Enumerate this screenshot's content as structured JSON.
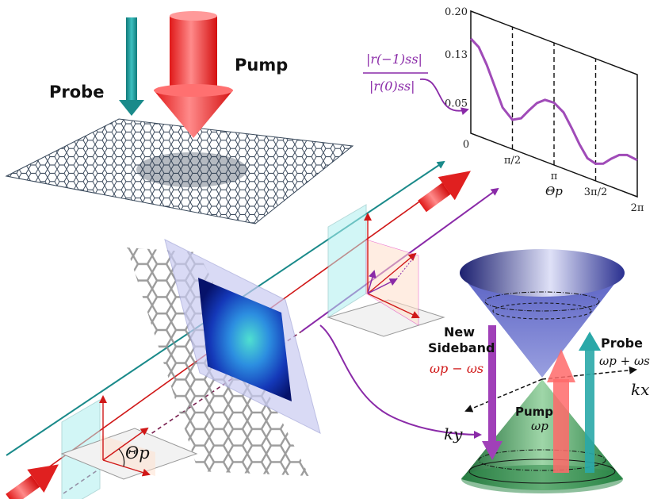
{
  "labels": {
    "probe_top": "Probe",
    "pump_top": "Pump",
    "new_sideband": "New",
    "new_sideband_2": "Sideband",
    "sideband_freq": "ωp − ωs",
    "pump_cone": "Pump",
    "pump_freq": "ωp",
    "probe_cone": "Probe",
    "probe_freq": "ωp + ωs",
    "kx": "kx",
    "ky": "ky",
    "theta_p": "Θp",
    "ratio_num": "|r(−1)ss|",
    "ratio_den": "|r(0)ss|"
  },
  "chart_data": {
    "type": "line",
    "x_ticks": [
      "0",
      "π/2",
      "π",
      "3π/2",
      "2π"
    ],
    "y_ticks": [
      "0.20",
      "0.13",
      "0.05"
    ],
    "xlabel": "Θp",
    "ylim": [
      0.0,
      0.2
    ],
    "xlim": [
      0,
      6.2832
    ],
    "dashed_x": [
      1.5708,
      3.1416,
      4.7124
    ],
    "series": [
      {
        "color": "#a04bb8",
        "x": [
          0,
          0.3,
          0.6,
          0.9,
          1.2,
          1.5708,
          1.9,
          2.2,
          2.5,
          2.8,
          3.1416,
          3.5,
          3.8,
          4.1,
          4.4,
          4.7124,
          5.0,
          5.3,
          5.6,
          5.9,
          6.2832
        ],
        "y": [
          0.155,
          0.146,
          0.122,
          0.092,
          0.062,
          0.048,
          0.056,
          0.074,
          0.091,
          0.101,
          0.102,
          0.092,
          0.072,
          0.05,
          0.032,
          0.028,
          0.033,
          0.046,
          0.057,
          0.062,
          0.06
        ]
      }
    ]
  },
  "colors": {
    "probe": "#1a9a9a",
    "pump": "#ee2a2a",
    "sideband": "#8a2aa8",
    "curve": "#a04bb8",
    "lattice": "#7b8a99",
    "cone_top": "#2a2f8a",
    "cone_bottom": "#2f8a4a"
  }
}
